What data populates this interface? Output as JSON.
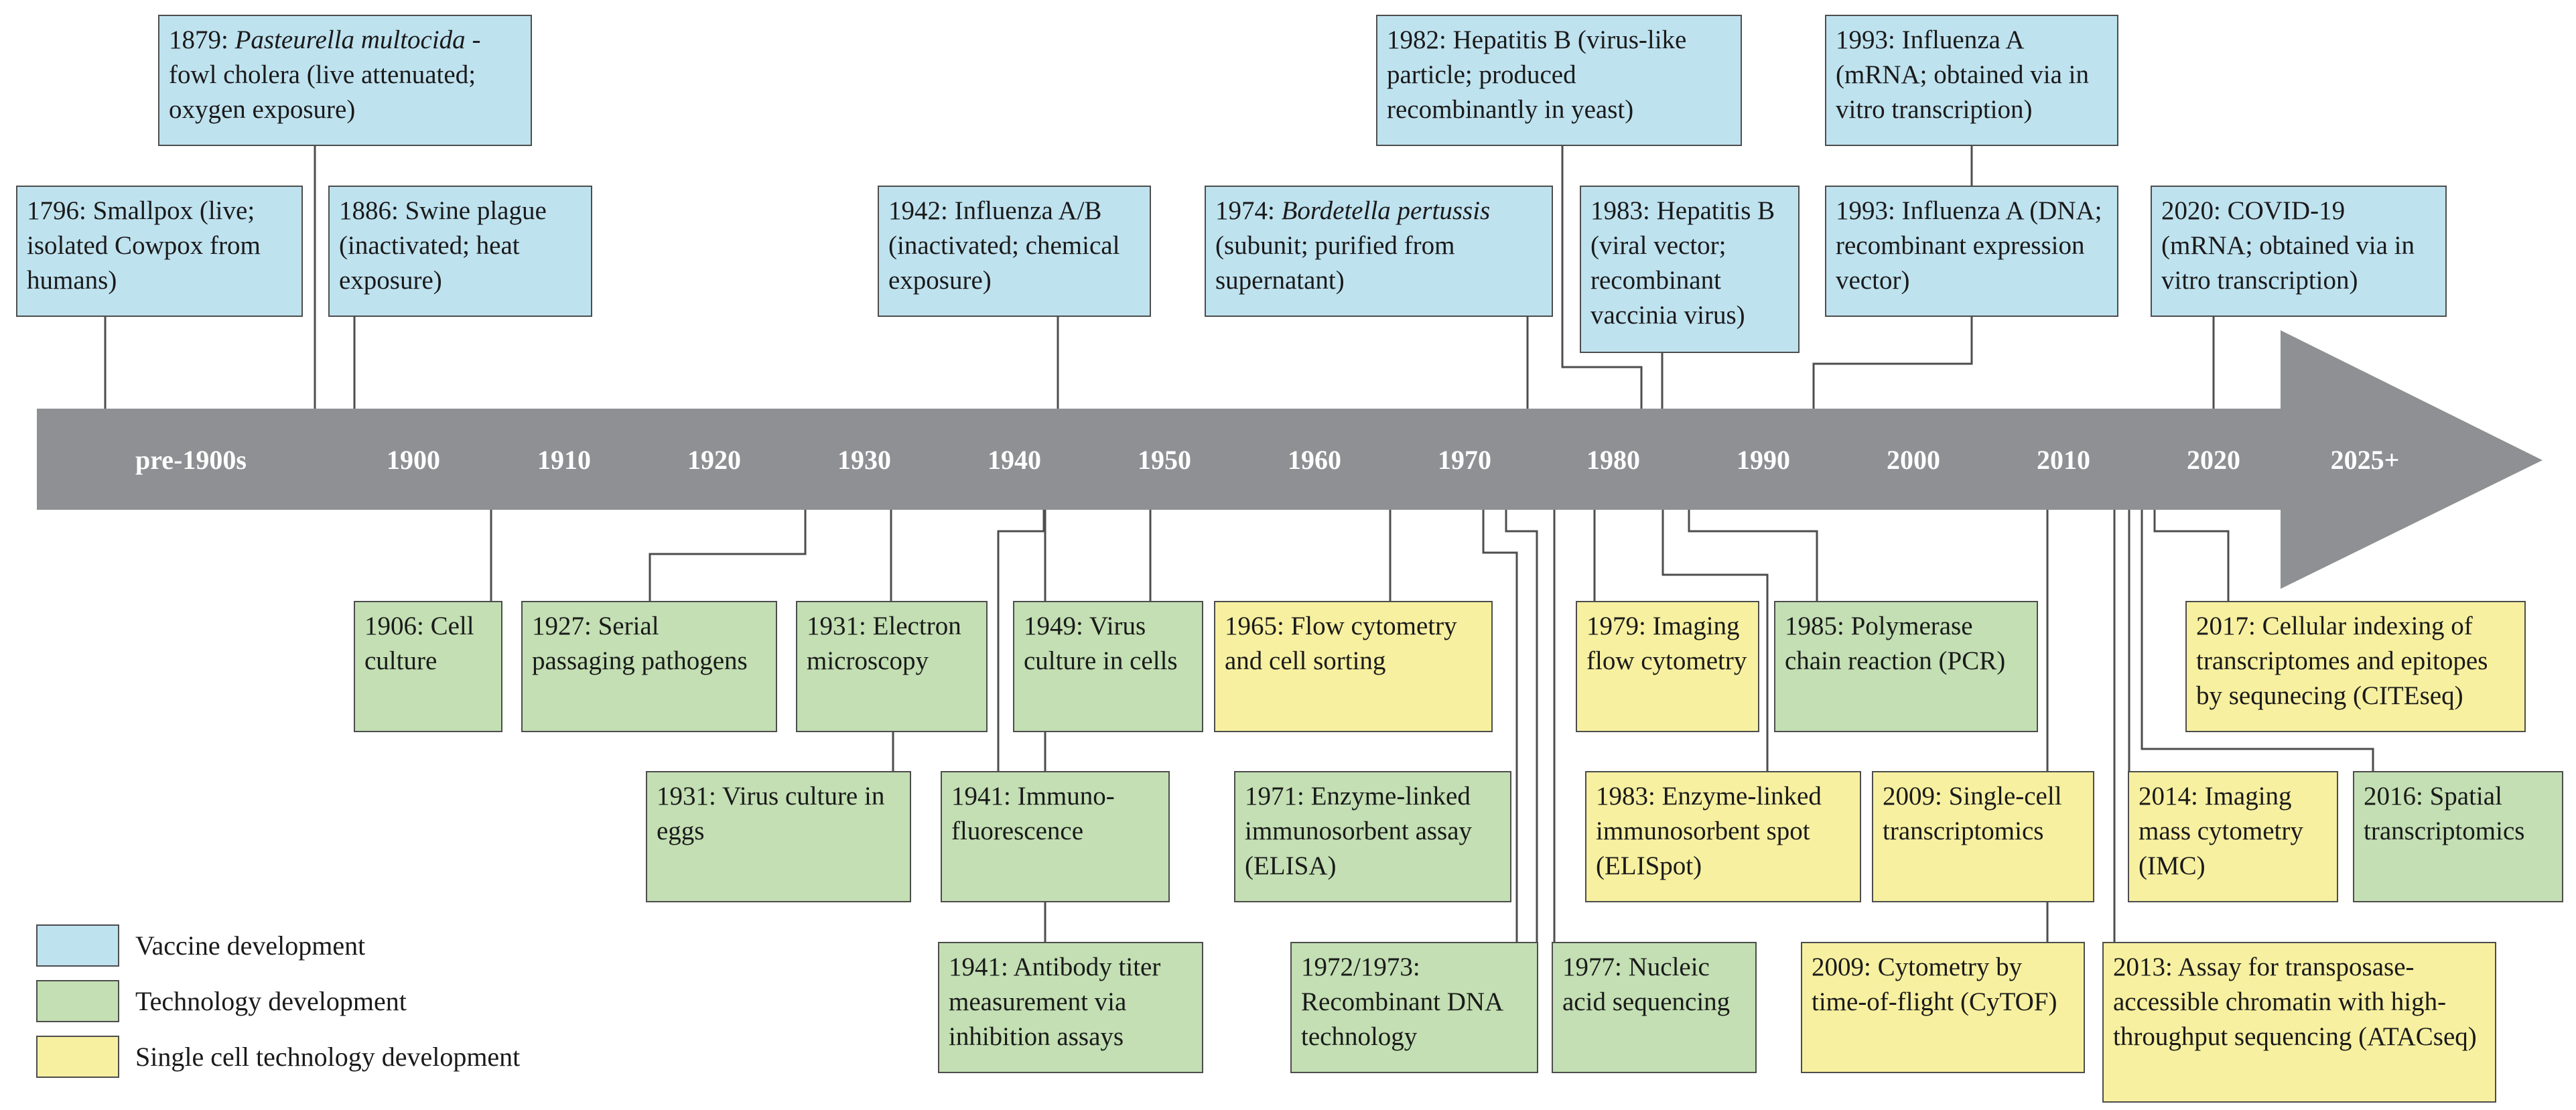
{
  "colors": {
    "arrow": "#8f9093",
    "connector": "#4d4d4d",
    "vaccine": "#bfe2ef",
    "technology": "#c3dfb3",
    "single_cell": "#f7f0a0"
  },
  "axis_labels": [
    "pre-1900s",
    "1900",
    "1910",
    "1920",
    "1930",
    "1940",
    "1950",
    "1960",
    "1970",
    "1980",
    "1990",
    "2000",
    "2010",
    "2020",
    "2025+"
  ],
  "legend": [
    {
      "key": "vaccine",
      "label": "Vaccine development"
    },
    {
      "key": "technology",
      "label": "Technology development"
    },
    {
      "key": "single_cell",
      "label": "Single cell technology development"
    }
  ],
  "events": [
    {
      "id": "e1796",
      "category": "vaccine",
      "year": "1796",
      "text_before": "Smallpox (live; isolated Cowpox from humans)"
    },
    {
      "id": "e1879",
      "category": "vaccine",
      "year": "1879",
      "italic": "Pasteurella multocida",
      "text_after": " - fowl cholera (live attenuated; oxygen exposure)"
    },
    {
      "id": "e1886",
      "category": "vaccine",
      "year": "1886",
      "text_before": "Swine plague (inactivated; heat exposure)"
    },
    {
      "id": "e1942",
      "category": "vaccine",
      "year": "1942",
      "text_before": "Influenza A/B (inactivated; chemical exposure)"
    },
    {
      "id": "e1974",
      "category": "vaccine",
      "year": "1974",
      "italic": "Bordetella pertussis",
      "text_after": " (subunit; purified from supernatant)"
    },
    {
      "id": "e1982",
      "category": "vaccine",
      "year": "1982",
      "text_before": "Hepatitis B (virus-like particle; produced recombinantly in yeast)"
    },
    {
      "id": "e1983hb",
      "category": "vaccine",
      "year": "1983",
      "text_before": "Hepatitis B (viral vector; recombinant vaccinia virus)"
    },
    {
      "id": "e1993m",
      "category": "vaccine",
      "year": "1993",
      "text_before": "Influenza A (mRNA; obtained via in vitro transcription)"
    },
    {
      "id": "e1993d",
      "category": "vaccine",
      "year": "1993",
      "text_before": "Influenza A (DNA; recombinant expression vector)"
    },
    {
      "id": "e2020",
      "category": "vaccine",
      "year": "2020",
      "text_before": "COVID-19 (mRNA; obtained via in vitro transcription)"
    },
    {
      "id": "e1906",
      "category": "technology",
      "year": "1906",
      "text_before": "Cell culture"
    },
    {
      "id": "e1927",
      "category": "technology",
      "year": "1927",
      "text_before": "Serial passaging pathogens"
    },
    {
      "id": "e1931em",
      "category": "technology",
      "year": "1931",
      "text_before": "Electron microscopy"
    },
    {
      "id": "e1931vc",
      "category": "technology",
      "year": "1931",
      "text_before": "Virus culture in eggs"
    },
    {
      "id": "e1941if",
      "category": "technology",
      "year": "1941",
      "text_before": "Immuno-fluorescence"
    },
    {
      "id": "e1941ab",
      "category": "technology",
      "year": "1941",
      "text_before": "Antibody titer measurement via inhibition assays"
    },
    {
      "id": "e1949",
      "category": "technology",
      "year": "1949",
      "text_before": "Virus culture in cells"
    },
    {
      "id": "e1965",
      "category": "single_cell",
      "year": "1965",
      "text_before": "Flow cytometry and cell sorting"
    },
    {
      "id": "e1971",
      "category": "technology",
      "year": "1971",
      "text_before": "Enzyme-linked immunosorbent assay (ELISA)"
    },
    {
      "id": "e1972",
      "category": "technology",
      "year": "1972/1973",
      "text_before": "Recombinant DNA technology"
    },
    {
      "id": "e1977",
      "category": "technology",
      "year": "1977",
      "text_before": "Nucleic acid sequencing"
    },
    {
      "id": "e1979",
      "category": "single_cell",
      "year": "1979",
      "text_before": "Imaging flow cytometry"
    },
    {
      "id": "e1983el",
      "category": "single_cell",
      "year": "1983",
      "text_before": "Enzyme-linked immunosorbent spot (ELISpot)"
    },
    {
      "id": "e1985",
      "category": "technology",
      "year": "1985",
      "text_before": "Polymerase chain reaction (PCR)"
    },
    {
      "id": "e2009sc",
      "category": "single_cell",
      "year": "2009",
      "text_before": "Single-cell transcriptomics"
    },
    {
      "id": "e2009cy",
      "category": "single_cell",
      "year": "2009",
      "text_before": "Cytometry by time-of-flight (CyTOF)"
    },
    {
      "id": "e2013",
      "category": "single_cell",
      "year": "2013",
      "text_before": "Assay for transposase-accessible chromatin with high-throughput sequencing (ATACseq)"
    },
    {
      "id": "e2014",
      "category": "single_cell",
      "year": "2014",
      "text_before": "Imaging mass cytometry (IMC)"
    },
    {
      "id": "e2016",
      "category": "technology",
      "year": "2016",
      "text_before": "Spatial transcriptomics"
    },
    {
      "id": "e2017",
      "category": "single_cell",
      "year": "2017",
      "text_before": "Cellular indexing of transcriptomes and epitopes by sequnecing (CITEseq)"
    }
  ]
}
